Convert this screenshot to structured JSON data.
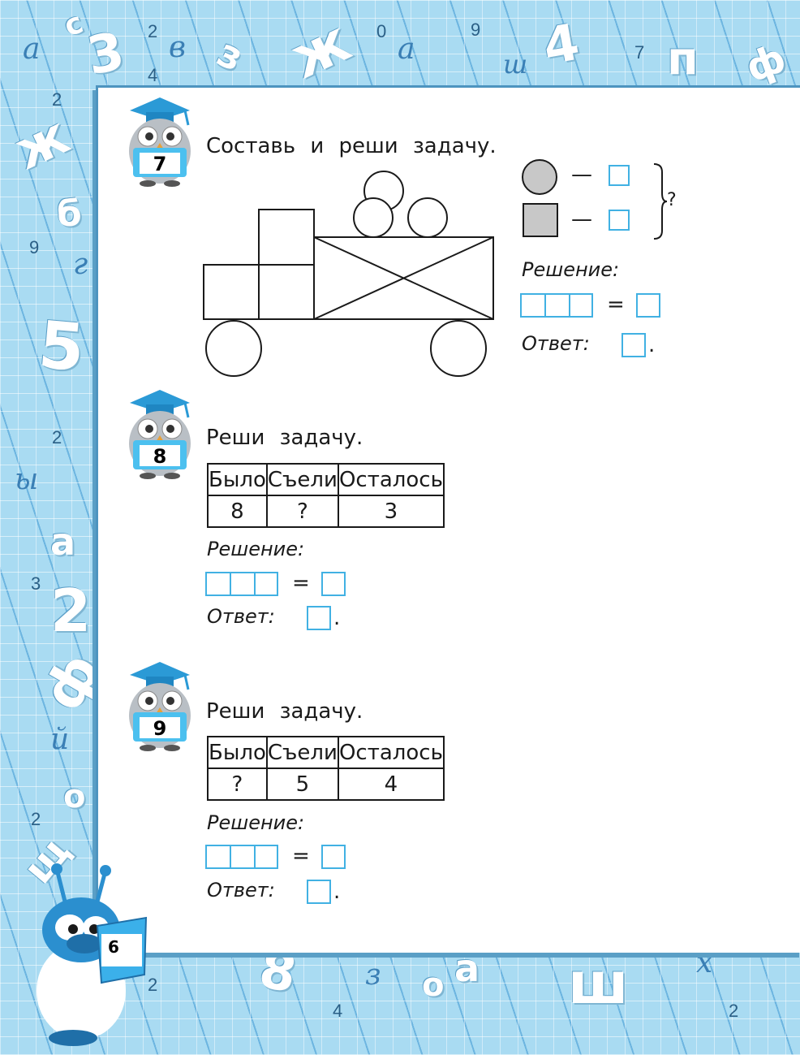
{
  "page_number": "6",
  "decor": {
    "letters": [
      "а",
      "с",
      "3",
      "в",
      "з",
      "ж",
      "а",
      "ш",
      "4",
      "п",
      "ф",
      "ж",
      "б",
      "г",
      "5",
      "ы",
      "а",
      "2",
      "ф",
      "й",
      "о",
      "щ",
      "8",
      "з",
      "о",
      "а",
      "ш",
      "х"
    ],
    "digits": [
      "2",
      "4",
      "0",
      "9",
      "7",
      "2",
      "9",
      "2",
      "3",
      "2",
      "2",
      "4",
      "2"
    ]
  },
  "tasks": [
    {
      "number": "7",
      "title": "Составь и реши задачу.",
      "legend": {
        "dash1": "—",
        "dash2": "—",
        "question": "?"
      },
      "solution_label": "Решение:",
      "equals": "=",
      "answer_label": "Ответ:",
      "period": "."
    },
    {
      "number": "8",
      "title": "Реши задачу.",
      "table": {
        "headers": [
          "Было",
          "Съели",
          "Осталось"
        ],
        "values": [
          "8",
          "?",
          "3"
        ]
      },
      "solution_label": "Решение:",
      "equals": "=",
      "answer_label": "Ответ:",
      "period": "."
    },
    {
      "number": "9",
      "title": "Реши задачу.",
      "table": {
        "headers": [
          "Было",
          "Съели",
          "Осталось"
        ],
        "values": [
          "?",
          "5",
          "4"
        ]
      },
      "solution_label": "Решение:",
      "equals": "=",
      "answer_label": "Ответ:",
      "period": "."
    }
  ],
  "colors": {
    "background": "#a9dbf2",
    "box_border": "#41b1e3",
    "shape_gray": "#c8c8c8"
  }
}
